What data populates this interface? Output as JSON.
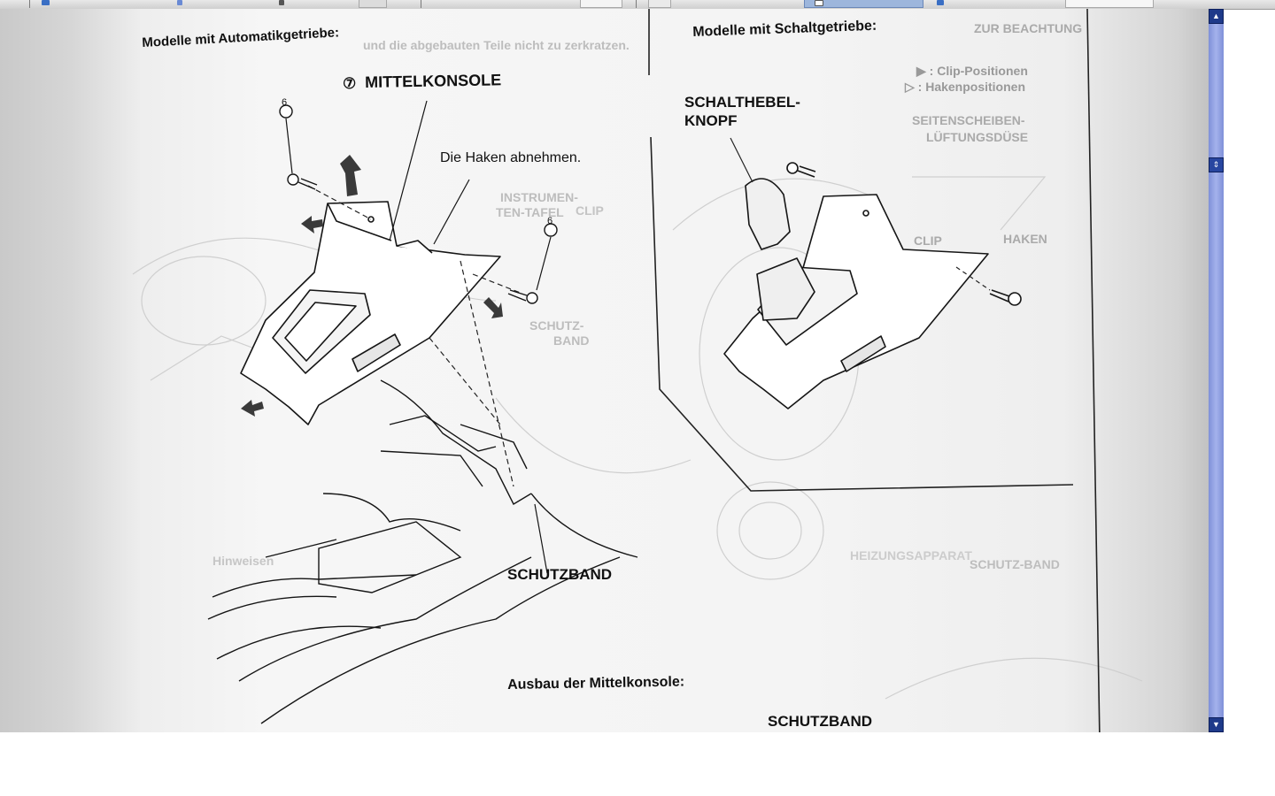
{
  "viewer": {
    "scroll_up_icon": "▲",
    "scroll_thumb_icon": "⇕",
    "scroll_down_icon": "▼",
    "colors": {
      "scrollbar": "#8c9ce0",
      "scroll_buttons": "#1f3a8a"
    }
  },
  "diagram": {
    "left_heading": "Modelle mit Automatikgetriebe:",
    "console_label_number": "⑦",
    "console_label": "MITTELKONSOLE",
    "hooks_label": "Die Haken abnehmen.",
    "screw_number_left": "6",
    "screw_number_right": "6",
    "protective_tape_label": "SCHUTZBAND",
    "caption": "Ausbau der Mittelkonsole:",
    "bottom_tape_label": "SCHUTZBAND",
    "right_heading": "Modelle mit Schaltgetriebe:",
    "shift_knob_label_line1": "SCHALTHEBEL-",
    "shift_knob_label_line2": "KNOPF"
  },
  "bleedthrough": {
    "top_line": "und die abgebauten Teile nicht zu zerkratzen.",
    "note_title": "ZUR BEACHTUNG",
    "clip_positions": "▶ : Clip-Positionen",
    "hook_positions": "▷ : Hakenpositionen",
    "side_vents_1": "SEITENSCHEIBEN-",
    "side_vents_2": "LÜFTUNGSDÜSE",
    "hook": "HAKEN",
    "clip1": "CLIP",
    "clip2": "CLIP",
    "instrument_panel_1": "INSTRUMEN-",
    "instrument_panel_2": "TEN-TAFEL",
    "protective_tape_1": "SCHUTZ-",
    "protective_tape_2": "BAND",
    "tape_right": "SCHUTZ-BAND",
    "heater": "HEIZUNGSAPPARAT",
    "hints": "Hinweisen"
  }
}
